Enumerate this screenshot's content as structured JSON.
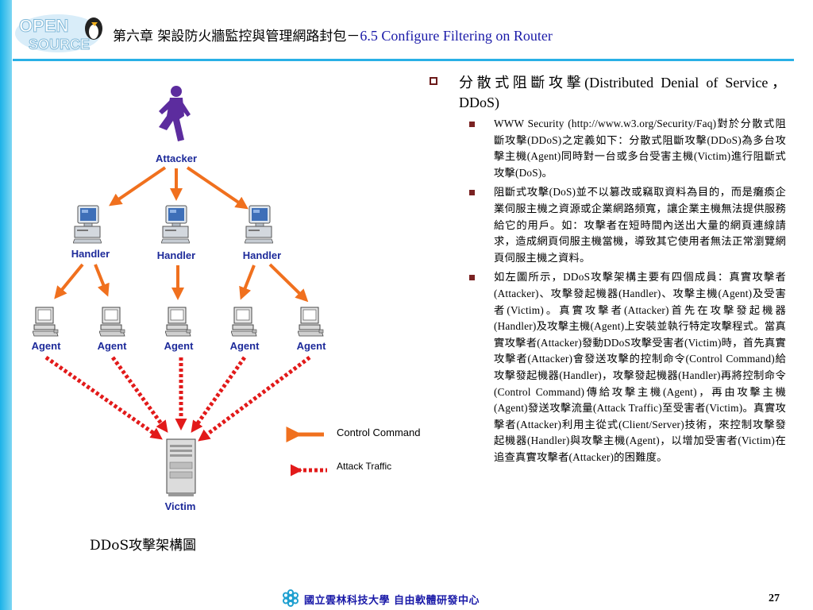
{
  "header": {
    "title_zh": "第六章 架設防火牆監控與管理網路封包－",
    "title_en": "6.5 Configure Filtering on Router",
    "logo_text": "OPEN SOURCE"
  },
  "diagram": {
    "attacker_label": "Attacker",
    "handlers": [
      "Handler",
      "Handler",
      "Handler"
    ],
    "agents": [
      "Agent",
      "Agent",
      "Agent",
      "Agent",
      "Agent"
    ],
    "victim_label": "Victim",
    "legend": {
      "control": "Control Command",
      "attack": "Attack Traffic"
    },
    "colors": {
      "control_arrow": "#f0701e",
      "attack_arrow": "#e21a1a",
      "label": "#1d2a9a",
      "attacker": "#5c2c9e"
    },
    "caption": "DDoS攻擊架構圖"
  },
  "content": {
    "main": "分散式阻斷攻擊(Distributed Denial of Service，DDoS)",
    "subs": [
      "WWW Security (http://www.w3.org/Security/Faq)對於分散式阻斷攻擊(DDoS)之定義如下：分散式阻斷攻擊(DDoS)為多台攻擊主機(Agent)同時對一台或多台受害主機(Victim)進行阻斷式攻擊(DoS)。",
      "阻斷式攻擊(DoS)並不以篡改或竊取資料為目的，而是癱瘓企業伺服主機之資源或企業網路頻寬，讓企業主機無法提供服務給它的用戶。如：攻擊者在短時間內送出大量的網頁連線請求，造成網頁伺服主機當機，導致其它使用者無法正常瀏覽網頁伺服主機之資料。",
      "如左圖所示，DDoS攻擊架構主要有四個成員：真實攻擊者(Attacker)、攻擊發起機器(Handler)、攻擊主機(Agent)及受害者(Victim)。真實攻擊者(Attacker)首先在攻擊發起機器(Handler)及攻擊主機(Agent)上安裝並執行特定攻擊程式。當真實攻擊者(Attacker)發動DDoS攻擊受害者(Victim)時，首先真實攻擊者(Attacker)會發送攻擊的控制命令(Control Command)給攻擊發起機器(Handler)，攻擊發起機器(Handler)再將控制命令(Control Command)傳給攻擊主機(Agent)，再由攻擊主機(Agent)發送攻擊流量(Attack Traffic)至受害者(Victim)。真實攻擊者(Attacker)利用主從式(Client/Server)技術，來控制攻擊發起機器(Handler)與攻擊主機(Agent)，以增加受害者(Victim)在追查真實攻擊者(Attacker)的困難度。"
    ]
  },
  "footer": {
    "org": "國立雲林科技大學 自由軟體研發中心",
    "page": "27"
  }
}
